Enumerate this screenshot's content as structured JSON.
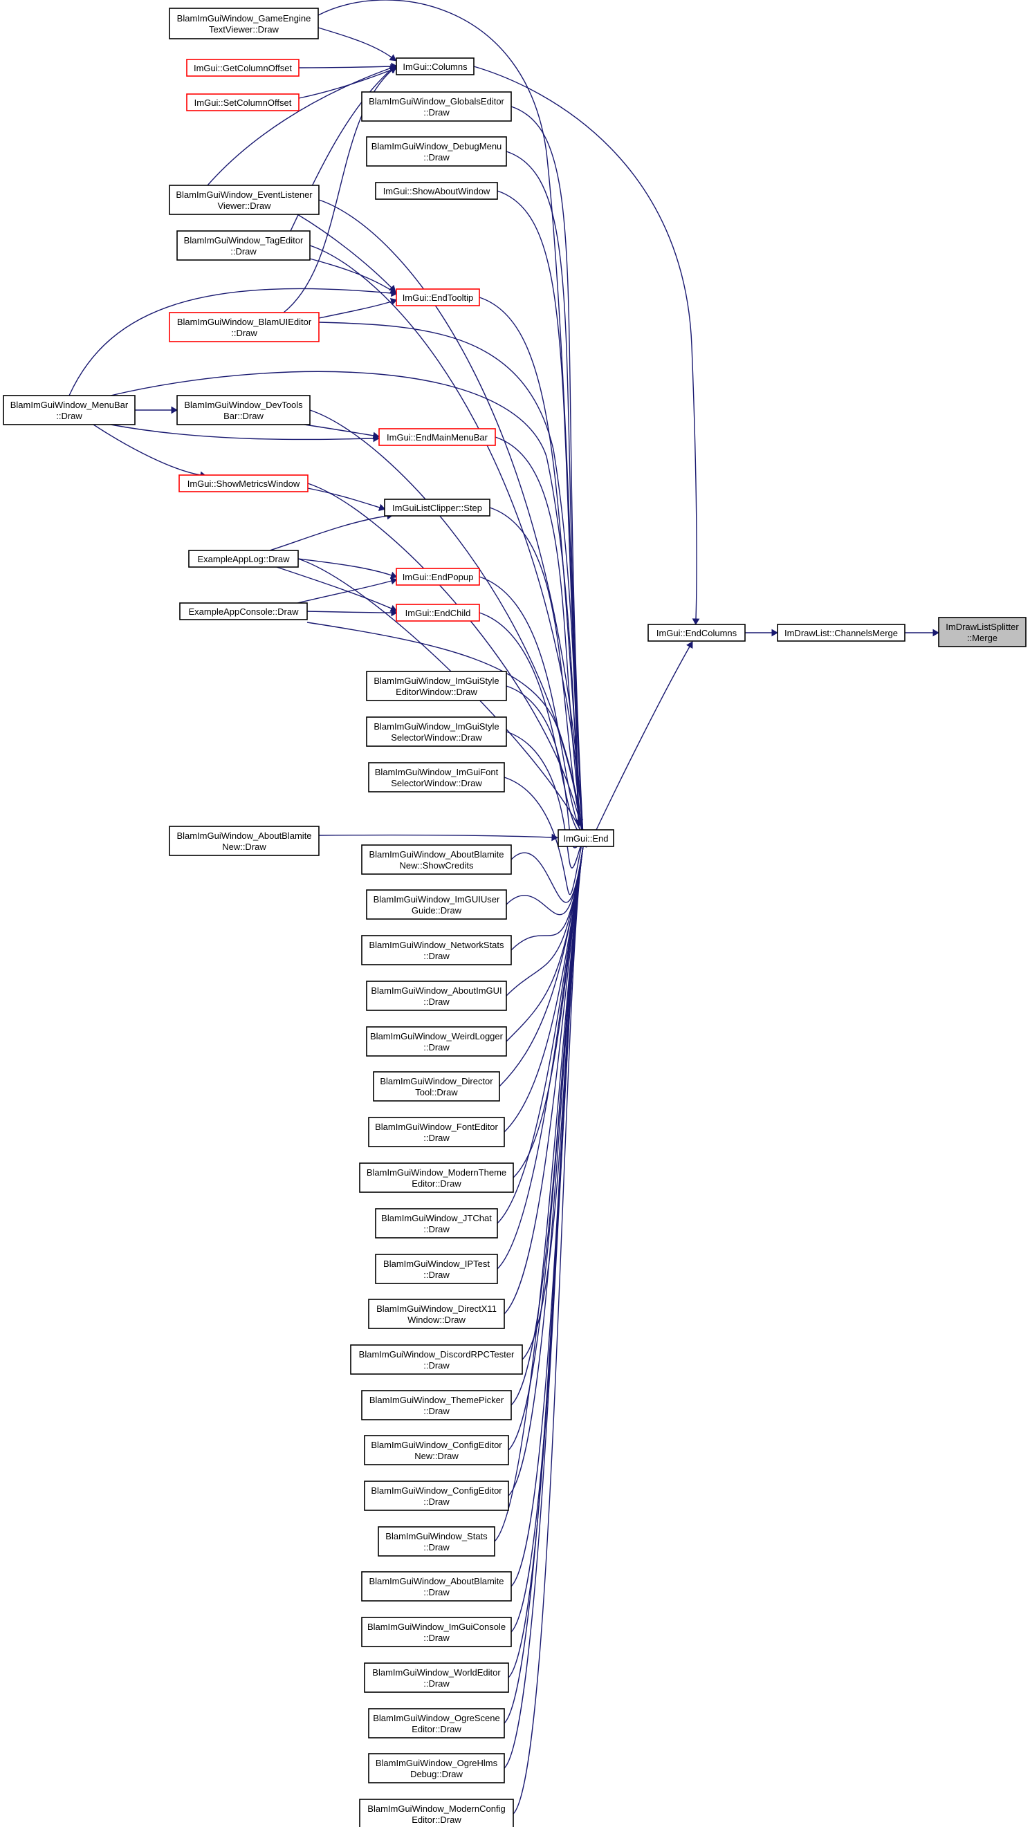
{
  "nodes": {
    "gameEngineTextViewer": {
      "lines": [
        "BlamImGuiWindow_GameEngine",
        "TextViewer::Draw"
      ],
      "linked": true
    },
    "getColumnOffset": {
      "lines": [
        "ImGui::GetColumnOffset"
      ],
      "linked": false
    },
    "setColumnOffset": {
      "lines": [
        "ImGui::SetColumnOffset"
      ],
      "linked": false
    },
    "columns": {
      "lines": [
        "ImGui::Columns"
      ],
      "linked": true
    },
    "globalsEditor": {
      "lines": [
        "BlamImGuiWindow_GlobalsEditor",
        "::Draw"
      ],
      "linked": true
    },
    "debugMenu": {
      "lines": [
        "BlamImGuiWindow_DebugMenu",
        "::Draw"
      ],
      "linked": true
    },
    "showAboutWindow": {
      "lines": [
        "ImGui::ShowAboutWindow"
      ],
      "linked": true
    },
    "eventListenerViewer": {
      "lines": [
        "BlamImGuiWindow_EventListener",
        "Viewer::Draw"
      ],
      "linked": true
    },
    "tagEditor": {
      "lines": [
        "BlamImGuiWindow_TagEditor",
        "::Draw"
      ],
      "linked": true
    },
    "endTooltip": {
      "lines": [
        "ImGui::EndTooltip"
      ],
      "linked": false
    },
    "blamUIEditor": {
      "lines": [
        "BlamImGuiWindow_BlamUIEditor",
        "::Draw"
      ],
      "linked": false
    },
    "menuBar": {
      "lines": [
        "BlamImGuiWindow_MenuBar",
        "::Draw"
      ],
      "linked": true
    },
    "devToolsBar": {
      "lines": [
        "BlamImGuiWindow_DevTools",
        "Bar::Draw"
      ],
      "linked": true
    },
    "endMainMenuBar": {
      "lines": [
        "ImGui::EndMainMenuBar"
      ],
      "linked": false
    },
    "showMetricsWindow": {
      "lines": [
        "ImGui::ShowMetricsWindow"
      ],
      "linked": false
    },
    "listClipperStep": {
      "lines": [
        "ImGuiListClipper::Step"
      ],
      "linked": true
    },
    "exampleAppLog": {
      "lines": [
        "ExampleAppLog::Draw"
      ],
      "linked": true
    },
    "endPopup": {
      "lines": [
        "ImGui::EndPopup"
      ],
      "linked": false
    },
    "exampleAppConsole": {
      "lines": [
        "ExampleAppConsole::Draw"
      ],
      "linked": true
    },
    "endChild": {
      "lines": [
        "ImGui::EndChild"
      ],
      "linked": false
    },
    "endColumns": {
      "lines": [
        "ImGui::EndColumns"
      ],
      "linked": true
    },
    "channelsMerge": {
      "lines": [
        "ImDrawList::ChannelsMerge"
      ],
      "linked": true
    },
    "splitterMerge": {
      "lines": [
        "ImDrawListSplitter",
        "::Merge"
      ],
      "linked": true
    },
    "styleEditor": {
      "lines": [
        "BlamImGuiWindow_ImGuiStyle",
        "EditorWindow::Draw"
      ],
      "linked": true
    },
    "styleSelector": {
      "lines": [
        "BlamImGuiWindow_ImGuiStyle",
        "SelectorWindow::Draw"
      ],
      "linked": true
    },
    "fontSelector": {
      "lines": [
        "BlamImGuiWindow_ImGuiFont",
        "SelectorWindow::Draw"
      ],
      "linked": true
    },
    "aboutBlamiteNewDraw": {
      "lines": [
        "BlamImGuiWindow_AboutBlamite",
        "New::Draw"
      ],
      "linked": true
    },
    "end": {
      "lines": [
        "ImGui::End"
      ],
      "linked": true
    },
    "aboutBlamiteNewCredits": {
      "lines": [
        "BlamImGuiWindow_AboutBlamite",
        "New::ShowCredits"
      ],
      "linked": true
    },
    "userGuide": {
      "lines": [
        "BlamImGuiWindow_ImGUIUser",
        "Guide::Draw"
      ],
      "linked": true
    },
    "networkStats": {
      "lines": [
        "BlamImGuiWindow_NetworkStats",
        "::Draw"
      ],
      "linked": true
    },
    "aboutImGUI": {
      "lines": [
        "BlamImGuiWindow_AboutImGUI",
        "::Draw"
      ],
      "linked": true
    },
    "weirdLogger": {
      "lines": [
        "BlamImGuiWindow_WeirdLogger",
        "::Draw"
      ],
      "linked": true
    },
    "directorTool": {
      "lines": [
        "BlamImGuiWindow_Director",
        "Tool::Draw"
      ],
      "linked": true
    },
    "fontEditor": {
      "lines": [
        "BlamImGuiWindow_FontEditor",
        "::Draw"
      ],
      "linked": true
    },
    "modernThemeEditor": {
      "lines": [
        "BlamImGuiWindow_ModernTheme",
        "Editor::Draw"
      ],
      "linked": true
    },
    "jtChat": {
      "lines": [
        "BlamImGuiWindow_JTChat",
        "::Draw"
      ],
      "linked": true
    },
    "ipTest": {
      "lines": [
        "BlamImGuiWindow_IPTest",
        "::Draw"
      ],
      "linked": true
    },
    "directX11": {
      "lines": [
        "BlamImGuiWindow_DirectX11",
        "Window::Draw"
      ],
      "linked": true
    },
    "discordRPC": {
      "lines": [
        "BlamImGuiWindow_DiscordRPCTester",
        "::Draw"
      ],
      "linked": true
    },
    "themePicker": {
      "lines": [
        "BlamImGuiWindow_ThemePicker",
        "::Draw"
      ],
      "linked": true
    },
    "configEditorNew": {
      "lines": [
        "BlamImGuiWindow_ConfigEditor",
        "New::Draw"
      ],
      "linked": true
    },
    "configEditor": {
      "lines": [
        "BlamImGuiWindow_ConfigEditor",
        "::Draw"
      ],
      "linked": true
    },
    "stats": {
      "lines": [
        "BlamImGuiWindow_Stats",
        "::Draw"
      ],
      "linked": true
    },
    "aboutBlamite": {
      "lines": [
        "BlamImGuiWindow_AboutBlamite",
        "::Draw"
      ],
      "linked": true
    },
    "imguiConsole": {
      "lines": [
        "BlamImGuiWindow_ImGuiConsole",
        "::Draw"
      ],
      "linked": true
    },
    "worldEditor": {
      "lines": [
        "BlamImGuiWindow_WorldEditor",
        "::Draw"
      ],
      "linked": true
    },
    "ogreSceneEditor": {
      "lines": [
        "BlamImGuiWindow_OgreScene",
        "Editor::Draw"
      ],
      "linked": true
    },
    "ogreHlmsDebug": {
      "lines": [
        "BlamImGuiWindow_OgreHlms",
        "Debug::Draw"
      ],
      "linked": true
    },
    "modernConfigEditor": {
      "lines": [
        "BlamImGuiWindow_ModernConfig",
        "Editor::Draw"
      ],
      "linked": true
    }
  },
  "edges": [
    [
      "columns",
      "gameEngineTextViewer"
    ],
    [
      "columns",
      "getColumnOffset"
    ],
    [
      "columns",
      "setColumnOffset"
    ],
    [
      "columns",
      "eventListenerViewer"
    ],
    [
      "columns",
      "tagEditor"
    ],
    [
      "columns",
      "blamUIEditor"
    ],
    [
      "endTooltip",
      "eventListenerViewer"
    ],
    [
      "endTooltip",
      "tagEditor"
    ],
    [
      "endTooltip",
      "blamUIEditor"
    ],
    [
      "endTooltip",
      "menuBar"
    ],
    [
      "devToolsBar",
      "menuBar"
    ],
    [
      "endMainMenuBar",
      "devToolsBar"
    ],
    [
      "endMainMenuBar",
      "menuBar"
    ],
    [
      "showMetricsWindow",
      "menuBar"
    ],
    [
      "listClipperStep",
      "showMetricsWindow"
    ],
    [
      "listClipperStep",
      "exampleAppLog"
    ],
    [
      "endPopup",
      "exampleAppLog"
    ],
    [
      "endPopup",
      "exampleAppConsole"
    ],
    [
      "endChild",
      "exampleAppLog"
    ],
    [
      "endChild",
      "exampleAppConsole"
    ],
    [
      "endColumns",
      "columns"
    ],
    [
      "endColumns",
      "end"
    ],
    [
      "channelsMerge",
      "endColumns"
    ],
    [
      "splitterMerge",
      "channelsMerge"
    ],
    [
      "aboutBlamiteNewCredits",
      "aboutBlamiteNewDraw"
    ],
    [
      "end",
      "gameEngineTextViewer"
    ],
    [
      "end",
      "globalsEditor"
    ],
    [
      "end",
      "debugMenu"
    ],
    [
      "end",
      "showAboutWindow"
    ],
    [
      "end",
      "eventListenerViewer"
    ],
    [
      "end",
      "tagEditor"
    ],
    [
      "end",
      "endTooltip"
    ],
    [
      "end",
      "blamUIEditor"
    ],
    [
      "end",
      "menuBar"
    ],
    [
      "end",
      "devToolsBar"
    ],
    [
      "end",
      "endMainMenuBar"
    ],
    [
      "end",
      "showMetricsWindow"
    ],
    [
      "end",
      "listClipperStep"
    ],
    [
      "end",
      "exampleAppLog"
    ],
    [
      "end",
      "endPopup"
    ],
    [
      "end",
      "endChild"
    ],
    [
      "end",
      "exampleAppConsole"
    ],
    [
      "end",
      "styleEditor"
    ],
    [
      "end",
      "styleSelector"
    ],
    [
      "end",
      "fontSelector"
    ],
    [
      "end",
      "aboutBlamiteNewDraw"
    ],
    [
      "end",
      "aboutBlamiteNewCredits"
    ],
    [
      "end",
      "userGuide"
    ],
    [
      "end",
      "networkStats"
    ],
    [
      "end",
      "aboutImGUI"
    ],
    [
      "end",
      "weirdLogger"
    ],
    [
      "end",
      "directorTool"
    ],
    [
      "end",
      "fontEditor"
    ],
    [
      "end",
      "modernThemeEditor"
    ],
    [
      "end",
      "jtChat"
    ],
    [
      "end",
      "ipTest"
    ],
    [
      "end",
      "directX11"
    ],
    [
      "end",
      "discordRPC"
    ],
    [
      "end",
      "themePicker"
    ],
    [
      "end",
      "configEditorNew"
    ],
    [
      "end",
      "configEditor"
    ],
    [
      "end",
      "stats"
    ],
    [
      "end",
      "aboutBlamite"
    ],
    [
      "end",
      "imguiConsole"
    ],
    [
      "end",
      "worldEditor"
    ],
    [
      "end",
      "ogreSceneEditor"
    ],
    [
      "end",
      "ogreHlmsDebug"
    ],
    [
      "end",
      "modernConfigEditor"
    ]
  ],
  "colors": {
    "edge": "#191970",
    "node_border": "#000000",
    "unlinked_border": "#ff0000",
    "target_fill": "#bfbfbf",
    "background": "#ffffff"
  }
}
